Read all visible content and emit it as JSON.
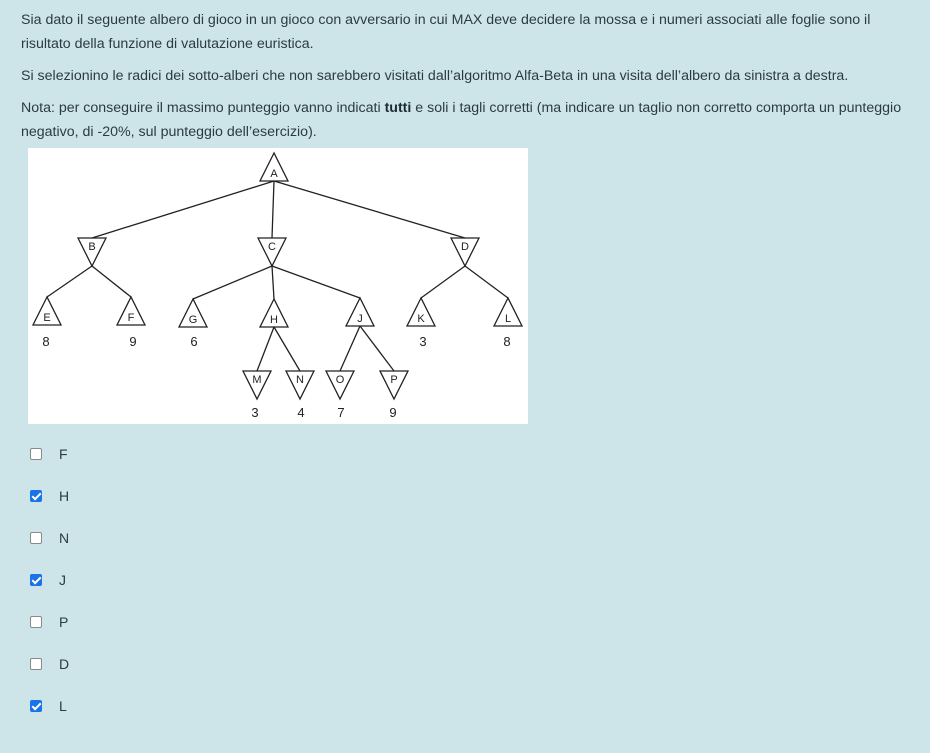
{
  "question": {
    "para1": "Sia dato il seguente albero di gioco in un gioco con avversario in cui MAX deve decidere la mossa e i numeri associati alle foglie sono il risultato della funzione di valutazione euristica.",
    "para2": "Si selezionino le radici dei sotto-alberi che non sarebbero visitati dall’algoritmo Alfa-Beta in una visita dell’albero da sinistra a destra.",
    "para3_before": "Nota: per conseguire il massimo punteggio vanno indicati ",
    "para3_bold": "tutti",
    "para3_after": " e soli i tagli corretti  (ma indicare un taglio non corretto comporta un punteggio negativo, di -20%,  sul punteggio dell’esercizio)."
  },
  "tree": {
    "nodes": {
      "A": "A",
      "B": "B",
      "C": "C",
      "D": "D",
      "E": "E",
      "F": "F",
      "G": "G",
      "H": "H",
      "J": "J",
      "K": "K",
      "L": "L",
      "M": "M",
      "N": "N",
      "O": "O",
      "P": "P"
    },
    "leaf_values": {
      "E": "8",
      "F": "9",
      "G": "6",
      "K": "3",
      "L": "8",
      "M": "3",
      "N": "4",
      "O": "7",
      "P": "9"
    }
  },
  "options": [
    {
      "label": "F",
      "checked": false
    },
    {
      "label": "H",
      "checked": true
    },
    {
      "label": "N",
      "checked": false
    },
    {
      "label": "J",
      "checked": true
    },
    {
      "label": "P",
      "checked": false
    },
    {
      "label": "D",
      "checked": false
    },
    {
      "label": "L",
      "checked": true
    }
  ],
  "colors": {
    "background": "#cde5e9",
    "checkbox_checked": "#1a73e8"
  }
}
